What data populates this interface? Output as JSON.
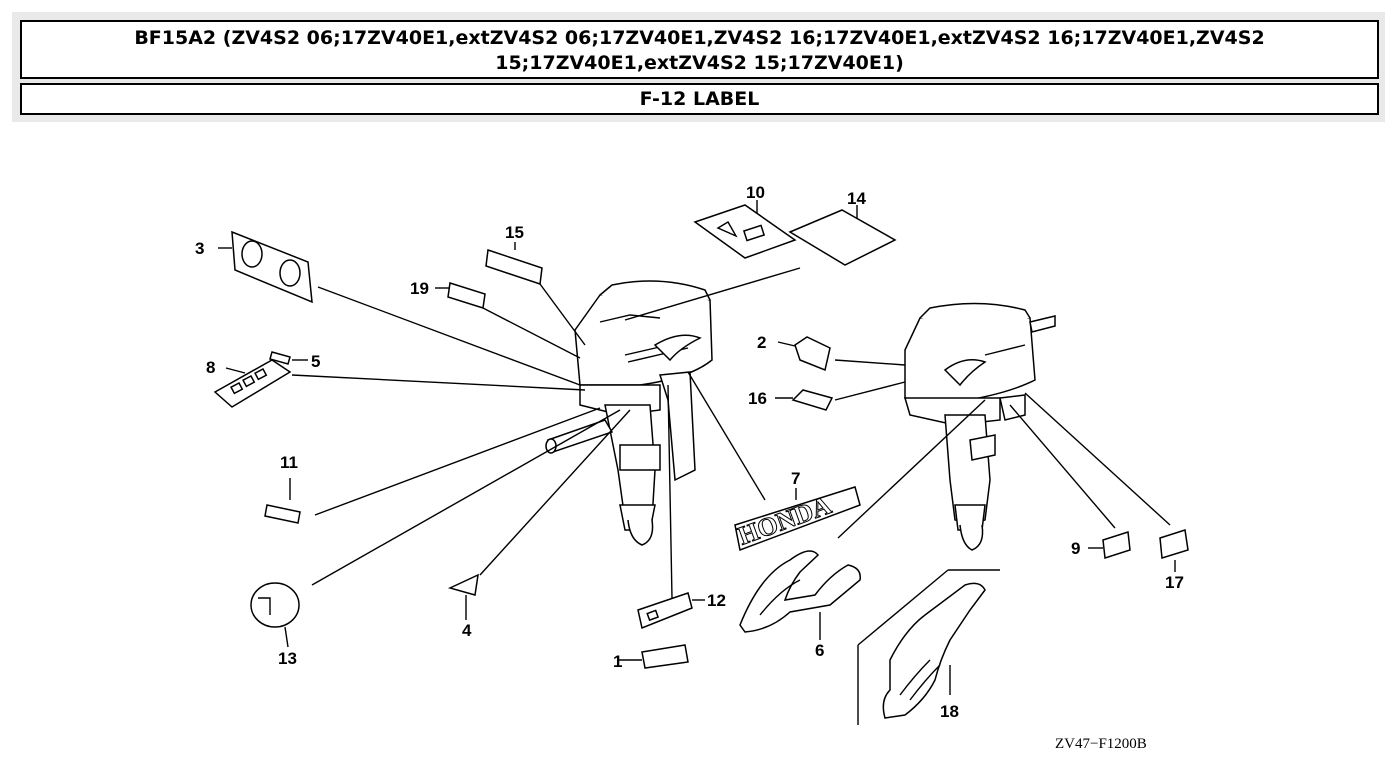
{
  "header": {
    "model_line": "BF15A2 (ZV4S2 06;17ZV40E1,extZV4S2 06;17ZV40E1,ZV4S2 16;17ZV40E1,extZV4S2 16;17ZV40E1,ZV4S2 15;17ZV40E1,extZV4S2 15;17ZV40E1)",
    "section_title": "F-12 LABEL"
  },
  "diagram": {
    "callouts": [
      "1",
      "2",
      "3",
      "4",
      "5",
      "6",
      "7",
      "8",
      "9",
      "10",
      "11",
      "12",
      "13",
      "14",
      "15",
      "16",
      "17",
      "18",
      "19"
    ],
    "brand_text": "HONDA",
    "drawing_code": "ZV47−F1200B"
  }
}
